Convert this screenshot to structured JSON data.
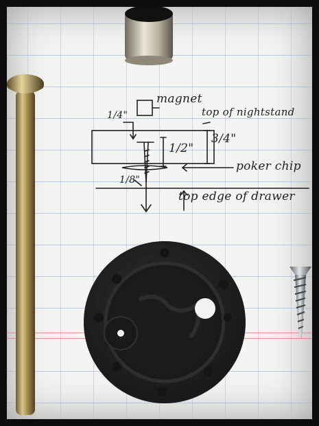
{
  "sketch": {
    "labels": {
      "magnet": "magnet",
      "top_nightstand": "top of nightstand",
      "poker_chip": "poker chip",
      "top_edge_drawer": "top edge of drawer"
    },
    "dimensions": {
      "quarter": "1/4\"",
      "half": "1/2\"",
      "three_quarter": "3/4\"",
      "eighth": "1/8\""
    }
  },
  "colors": {
    "paper": "#f4f4f2",
    "blue_rule": "#9ab4d6",
    "red_rule": "#e07a82",
    "ink": "#1f1f1f",
    "chip": "#1c1c1e",
    "brass": "#b59a52"
  }
}
